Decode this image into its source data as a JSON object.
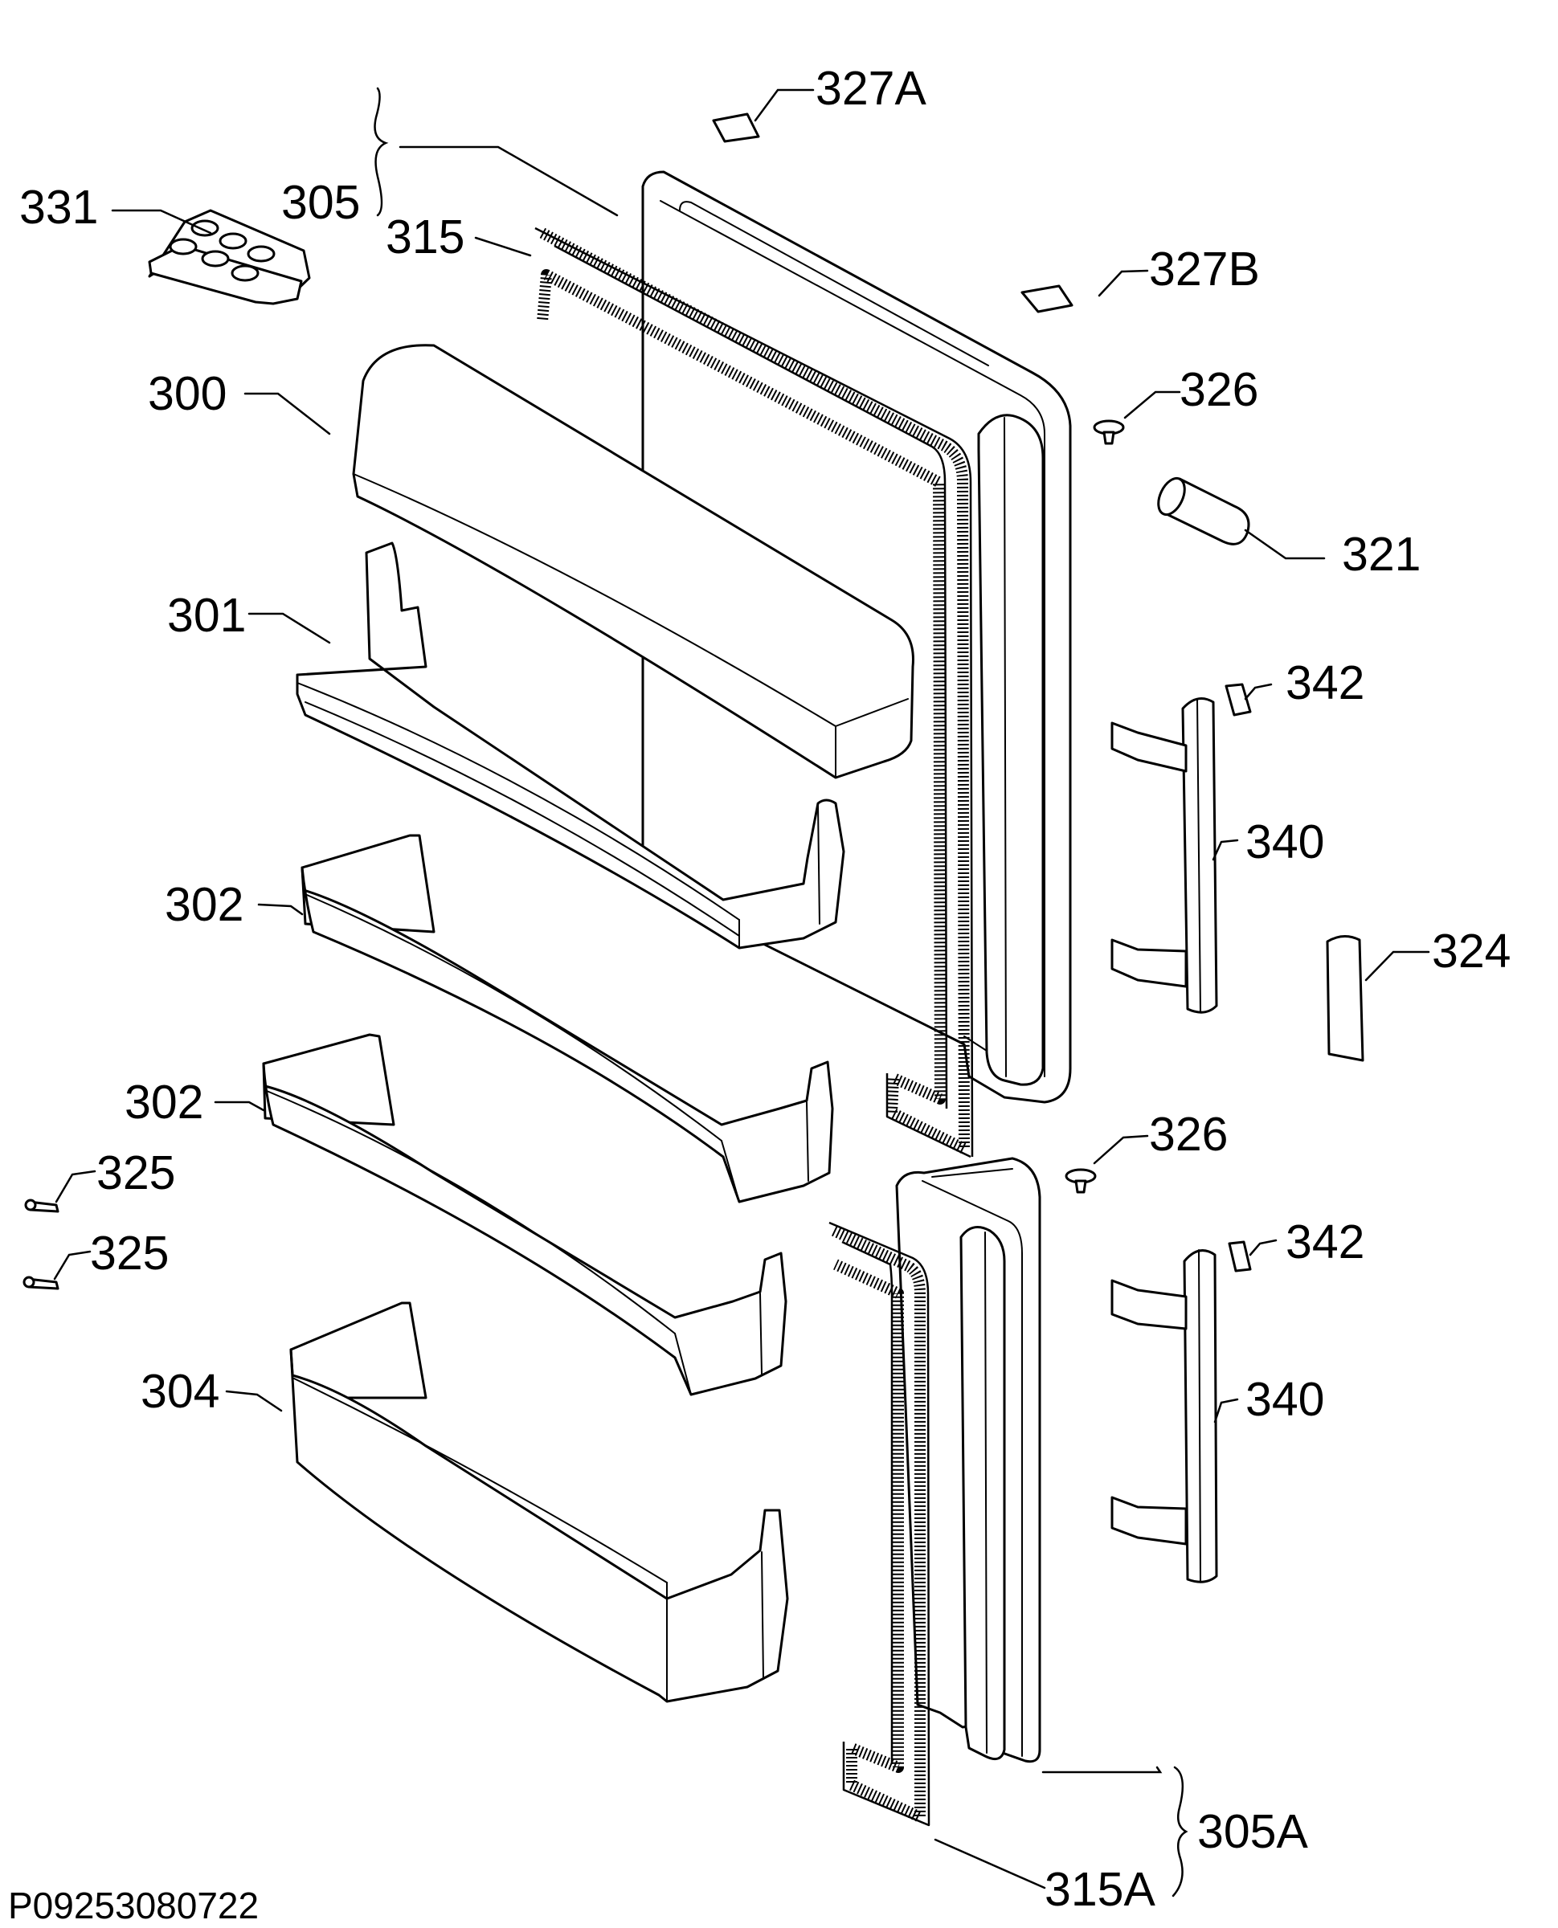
{
  "labels": {
    "l327A": "327A",
    "l305": "305",
    "l315": "315",
    "l331": "331",
    "l327B": "327B",
    "l326a": "326",
    "l300": "300",
    "l321": "321",
    "l301": "301",
    "l342a": "342",
    "l340a": "340",
    "l302a": "302",
    "l324": "324",
    "l302b": "302",
    "l326b": "326",
    "l325a": "325",
    "l342b": "342",
    "l325b": "325",
    "l304": "304",
    "l340b": "340",
    "l305A": "305A",
    "l315A": "315A"
  },
  "drawing_code": "P09253080722",
  "colors": {
    "ink": "#000000",
    "paper": "#ffffff"
  }
}
